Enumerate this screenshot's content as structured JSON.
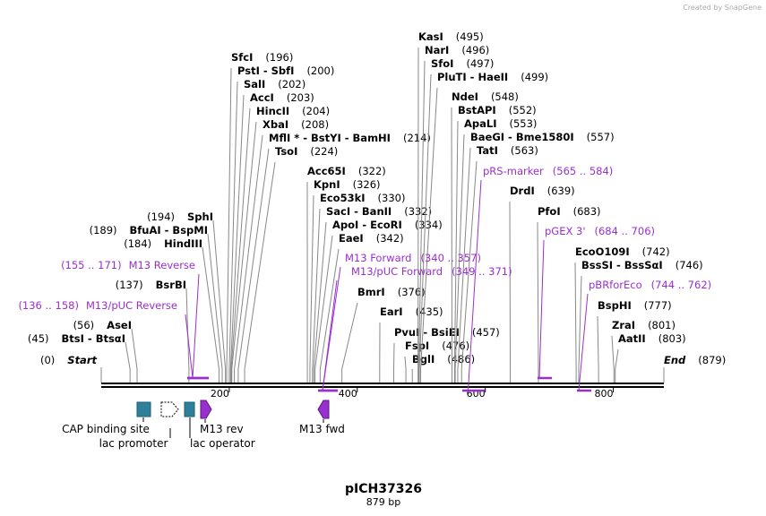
{
  "credit": "Created by SnapGene",
  "title": "pICH37326",
  "length_label": "879 bp",
  "sequence_length": 879,
  "ticks": [
    200,
    400,
    600,
    800
  ],
  "enzyme_labels": [
    {
      "text": "SfcI",
      "pos": "(196)",
      "site": 196
    },
    {
      "text": "PstI  -  SbfI",
      "pos": "(200)",
      "site": 200
    },
    {
      "text": "SalI",
      "pos": "(202)",
      "site": 202
    },
    {
      "text": "AccI",
      "pos": "(203)",
      "site": 203
    },
    {
      "text": "HincII",
      "pos": "(204)",
      "site": 204
    },
    {
      "text": "XbaI",
      "pos": "(208)",
      "site": 208
    },
    {
      "text": "MflI *  -  BstYI  -  BamHI",
      "pos": "(214)",
      "site": 214
    },
    {
      "text": "TsoI",
      "pos": "(224)",
      "site": 224
    },
    {
      "text": "Acc65I",
      "pos": "(322)",
      "site": 322
    },
    {
      "text": "KpnI",
      "pos": "(326)",
      "site": 326
    },
    {
      "text": "Eco53kI",
      "pos": "(330)",
      "site": 330
    },
    {
      "text": "SacI  -  BanII",
      "pos": "(332)",
      "site": 332
    },
    {
      "text": "ApoI  -  EcoRI",
      "pos": "(334)",
      "site": 334
    },
    {
      "text": "EaeI",
      "pos": "(342)",
      "site": 342
    },
    {
      "text": "BmrI",
      "pos": "(376)",
      "site": 376
    },
    {
      "text": "EarI",
      "pos": "(435)",
      "site": 435
    },
    {
      "text": "PvuI  -  BsiEI",
      "pos": "(457)",
      "site": 457
    },
    {
      "text": "FspI",
      "pos": "(476)",
      "site": 476
    },
    {
      "text": "BglI",
      "pos": "(486)",
      "site": 486
    },
    {
      "text": "KasI",
      "pos": "(495)",
      "site": 495
    },
    {
      "text": "NarI",
      "pos": "(496)",
      "site": 496
    },
    {
      "text": "SfoI",
      "pos": "(497)",
      "site": 497
    },
    {
      "text": "PluTI  -  HaeII",
      "pos": "(499)",
      "site": 499
    },
    {
      "text": "NdeI",
      "pos": "(548)",
      "site": 548
    },
    {
      "text": "BstAPI",
      "pos": "(552)",
      "site": 552
    },
    {
      "text": "ApaLI",
      "pos": "(553)",
      "site": 553
    },
    {
      "text": "BaeGI  -  Bme1580I",
      "pos": "(557)",
      "site": 557
    },
    {
      "text": "TatI",
      "pos": "(563)",
      "site": 563
    },
    {
      "text": "DrdI",
      "pos": "(639)",
      "site": 639
    },
    {
      "text": "PfoI",
      "pos": "(683)",
      "site": 683
    },
    {
      "text": "EcoO109I",
      "pos": "(742)",
      "site": 742
    },
    {
      "text": "BssSI  -  BssSαI",
      "pos": "(746)",
      "site": 746
    },
    {
      "text": "BspHI",
      "pos": "(777)",
      "site": 777
    },
    {
      "text": "ZraI",
      "pos": "(801)",
      "site": 801
    },
    {
      "text": "AatII",
      "pos": "(803)",
      "site": 803
    },
    {
      "text": "SphI",
      "pos": "(194)",
      "site": 194,
      "left": true
    },
    {
      "text": "BfuAI  -  BspMI",
      "pos": "(189)",
      "site": 189,
      "left": true
    },
    {
      "text": "HindIII",
      "pos": "(184)",
      "site": 184,
      "left": true
    },
    {
      "text": "BsrBI",
      "pos": "(137)",
      "site": 137,
      "left": true
    },
    {
      "text": "AseI",
      "pos": "(56)",
      "site": 56,
      "left": true
    },
    {
      "text": "BtsI  -  BtsαI",
      "pos": "(45)",
      "site": 45,
      "left": true
    }
  ],
  "ends": {
    "start": "Start",
    "start_pos": "(0)",
    "end": "End",
    "end_pos": "(879)"
  },
  "primers": [
    {
      "name": "M13 Reverse",
      "range": "(155 .. 171)"
    },
    {
      "name": "M13/pUC Reverse",
      "range": "(136 .. 158)"
    },
    {
      "name": "M13 Forward",
      "range": "(340 .. 357)"
    },
    {
      "name": "M13/pUC Forward",
      "range": "(349 .. 371)"
    },
    {
      "name": "pRS-marker",
      "range": "(565 .. 584)"
    },
    {
      "name": "pGEX 3'",
      "range": "(684 .. 706)"
    },
    {
      "name": "pBRforEco",
      "range": "(744 .. 762)"
    }
  ],
  "features": [
    {
      "name": "CAP binding site",
      "color": "#2e7f9a"
    },
    {
      "name": "lac promoter",
      "color": "#ffffff"
    },
    {
      "name": "lac operator",
      "color": "#2e7f9a"
    },
    {
      "name": "M13 rev",
      "color": "#9a2fd0"
    },
    {
      "name": "M13 fwd",
      "color": "#9a2fd0"
    }
  ],
  "colors": {
    "primer": "#9a2fd0",
    "feature_teal": "#2e7f9a",
    "line": "#888888"
  }
}
